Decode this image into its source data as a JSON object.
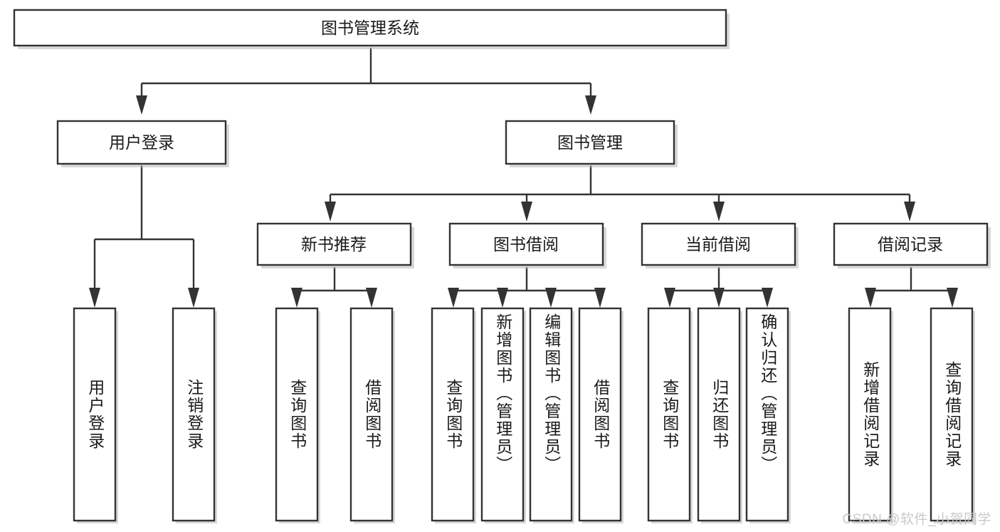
{
  "diagram": {
    "title": "图书管理系统",
    "type": "tree",
    "orientation": "top-down",
    "watermark": "CSDN @软件_小贺同学",
    "colors": {
      "box_stroke": "#333333",
      "box_fill": "#ffffff",
      "edge": "#333333",
      "text": "#1a1a1a",
      "background": "#ffffff",
      "watermark": "#c9c9c9"
    },
    "levels": {
      "root": {
        "label": "图书管理系统"
      },
      "level2": [
        {
          "label": "用户登录"
        },
        {
          "label": "图书管理"
        }
      ],
      "level3": [
        {
          "label": "新书推荐"
        },
        {
          "label": "图书借阅"
        },
        {
          "label": "当前借阅"
        },
        {
          "label": "借阅记录"
        }
      ],
      "leaves": {
        "user_login": [
          {
            "label": "用户登录"
          },
          {
            "label": "注销登录"
          }
        ],
        "new_book_recommend": [
          {
            "label": "查询图书"
          },
          {
            "label": "借阅图书"
          }
        ],
        "book_borrow": [
          {
            "label": "查询图书"
          },
          {
            "label": "新增图书（管理员）"
          },
          {
            "label": "编辑图书（管理员）"
          },
          {
            "label": "借阅图书"
          }
        ],
        "current_borrow": [
          {
            "label": "查询图书"
          },
          {
            "label": "归还图书"
          },
          {
            "label": "确认归还（管理员）"
          }
        ],
        "borrow_record": [
          {
            "label": "新增借阅记录"
          },
          {
            "label": "查询借阅记录"
          }
        ]
      }
    },
    "edges": [
      {
        "from": "图书管理系统",
        "to": "用户登录"
      },
      {
        "from": "图书管理系统",
        "to": "图书管理"
      },
      {
        "from": "图书管理",
        "to": "新书推荐"
      },
      {
        "from": "图书管理",
        "to": "图书借阅"
      },
      {
        "from": "图书管理",
        "to": "当前借阅"
      },
      {
        "from": "图书管理",
        "to": "借阅记录"
      },
      {
        "from": "用户登录",
        "to": "用户登录"
      },
      {
        "from": "用户登录",
        "to": "注销登录"
      },
      {
        "from": "新书推荐",
        "to": "查询图书"
      },
      {
        "from": "新书推荐",
        "to": "借阅图书"
      },
      {
        "from": "图书借阅",
        "to": "查询图书"
      },
      {
        "from": "图书借阅",
        "to": "新增图书（管理员）"
      },
      {
        "from": "图书借阅",
        "to": "编辑图书（管理员）"
      },
      {
        "from": "图书借阅",
        "to": "借阅图书"
      },
      {
        "from": "当前借阅",
        "to": "查询图书"
      },
      {
        "from": "当前借阅",
        "to": "归还图书"
      },
      {
        "from": "当前借阅",
        "to": "确认归还（管理员）"
      },
      {
        "from": "借阅记录",
        "to": "新增借阅记录"
      },
      {
        "from": "借阅记录",
        "to": "查询借阅记录"
      }
    ]
  }
}
